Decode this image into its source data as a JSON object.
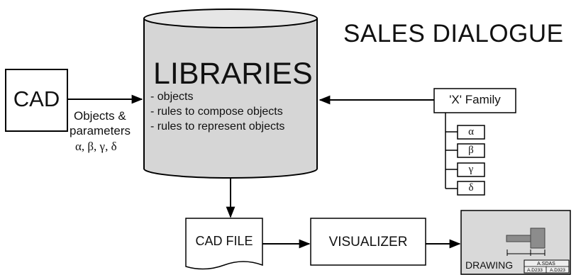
{
  "title": "SALES DIALOGUE",
  "cad": {
    "label": "CAD"
  },
  "inputs": {
    "line1": "Objects &",
    "line2": "parameters",
    "line3": "α, β, γ, δ"
  },
  "libraries": {
    "title": "LIBRARIES",
    "items": [
      "- objects",
      "- rules to compose objects",
      "- rules to represent objects"
    ]
  },
  "family": {
    "label": "'X' Family",
    "members": [
      "α",
      "β",
      "γ",
      "δ"
    ]
  },
  "cad_file": {
    "label": "CAD FILE"
  },
  "visualizer": {
    "label": "VISUALIZER"
  },
  "drawing": {
    "label": "DRAWING",
    "stamp_top": "A.SDAS",
    "stamp_left": "A.D233",
    "stamp_right": "A.D323"
  },
  "colors": {
    "cylinder_fill": "#d6d6d6",
    "drawing_fill": "#d9d9d9",
    "part_fill": "#8c8c8c",
    "stroke": "#000000"
  }
}
